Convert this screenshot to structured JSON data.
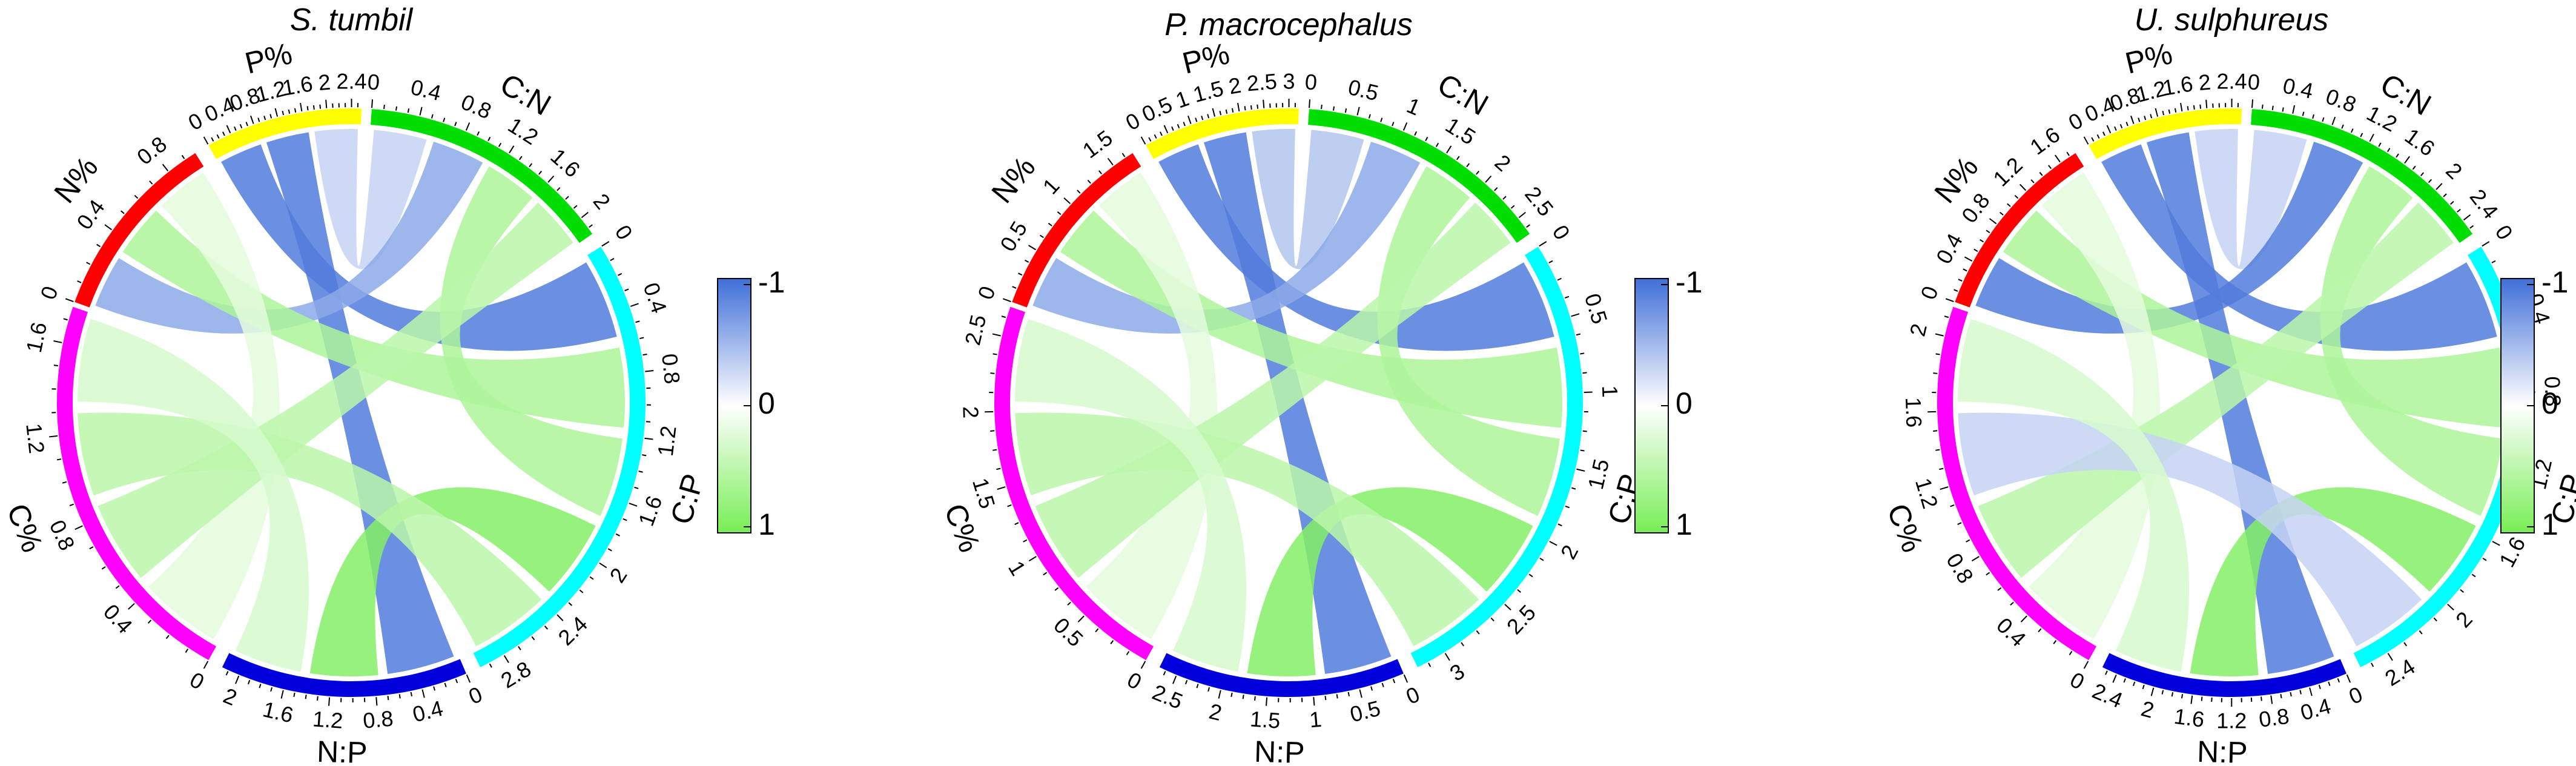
{
  "colors": {
    "N%": "#ff0000",
    "P%": "#ffff00",
    "C:N": "#00dd00",
    "C:P": "#00ffff",
    "N:P": "#0000dd",
    "C%": "#ff00ff",
    "negative": "#3f6fd8",
    "neutral": "#ffffff",
    "positive": "#77ee55"
  },
  "chart_data": [
    {
      "type": "chord",
      "title": "S. tumbil",
      "segments": [
        {
          "name": "N%",
          "ticks": [
            "0",
            "0.4",
            "0.8"
          ]
        },
        {
          "name": "P%",
          "ticks": [
            "0",
            "0.4",
            "0.8",
            "1.2",
            "1.6",
            "2",
            "2.4"
          ]
        },
        {
          "name": "C:N",
          "ticks": [
            "0",
            "0.4",
            "0.8",
            "1.2",
            "1.6",
            "2"
          ]
        },
        {
          "name": "C:P",
          "ticks": [
            "0",
            "0.4",
            "0.8",
            "1.2",
            "1.6",
            "2",
            "2.4",
            "2.8"
          ]
        },
        {
          "name": "N:P",
          "ticks": [
            "0",
            "0.4",
            "0.8",
            "1.2",
            "1.6",
            "2"
          ]
        },
        {
          "name": "C%",
          "ticks": [
            "0",
            "0.4",
            "0.8",
            "1.2",
            "1.6"
          ]
        }
      ],
      "links": [
        {
          "source": "P%",
          "target": "C:P",
          "r": -0.9
        },
        {
          "source": "P%",
          "target": "N:P",
          "r": -0.9
        },
        {
          "source": "P%",
          "target": "C:N",
          "r": -0.3
        },
        {
          "source": "N%",
          "target": "C:N",
          "r": -0.6
        },
        {
          "source": "N%",
          "target": "C:P",
          "r": 0.6
        },
        {
          "source": "N%",
          "target": "C%",
          "r": 0.2
        },
        {
          "source": "C:N",
          "target": "C:P",
          "r": 0.6
        },
        {
          "source": "C:N",
          "target": "C%",
          "r": 0.5
        },
        {
          "source": "C:P",
          "target": "N:P",
          "r": 0.9
        },
        {
          "source": "C:P",
          "target": "C%",
          "r": 0.5
        },
        {
          "source": "C%",
          "target": "N:P",
          "r": 0.3
        }
      ]
    },
    {
      "type": "chord",
      "title": "P. macrocephalus",
      "segments": [
        {
          "name": "N%",
          "ticks": [
            "0",
            "0.5",
            "1",
            "1.5"
          ]
        },
        {
          "name": "P%",
          "ticks": [
            "0",
            "0.5",
            "1",
            "1.5",
            "2",
            "2.5",
            "3"
          ]
        },
        {
          "name": "C:N",
          "ticks": [
            "0",
            "0.5",
            "1",
            "1.5",
            "2",
            "2.5"
          ]
        },
        {
          "name": "C:P",
          "ticks": [
            "0",
            "0.5",
            "1",
            "1.5",
            "2",
            "2.5",
            "3"
          ]
        },
        {
          "name": "N:P",
          "ticks": [
            "0",
            "0.5",
            "1",
            "1.5",
            "2",
            "2.5"
          ]
        },
        {
          "name": "C%",
          "ticks": [
            "0",
            "0.5",
            "1",
            "1.5",
            "2",
            "2.5"
          ]
        }
      ],
      "links": [
        {
          "source": "P%",
          "target": "C:P",
          "r": -0.9
        },
        {
          "source": "P%",
          "target": "N:P",
          "r": -0.9
        },
        {
          "source": "P%",
          "target": "C:N",
          "r": -0.4
        },
        {
          "source": "N%",
          "target": "C:N",
          "r": -0.6
        },
        {
          "source": "N%",
          "target": "C:P",
          "r": 0.6
        },
        {
          "source": "N%",
          "target": "C%",
          "r": 0.2
        },
        {
          "source": "C:N",
          "target": "C:P",
          "r": 0.6
        },
        {
          "source": "C:N",
          "target": "C%",
          "r": 0.5
        },
        {
          "source": "C:P",
          "target": "N:P",
          "r": 0.9
        },
        {
          "source": "C:P",
          "target": "C%",
          "r": 0.5
        },
        {
          "source": "C%",
          "target": "N:P",
          "r": 0.3
        }
      ]
    },
    {
      "type": "chord",
      "title": "U. sulphureus",
      "segments": [
        {
          "name": "N%",
          "ticks": [
            "0",
            "0.4",
            "0.8",
            "1.2",
            "1.6"
          ]
        },
        {
          "name": "P%",
          "ticks": [
            "0",
            "0.4",
            "0.8",
            "1.2",
            "1.6",
            "2",
            "2.4"
          ]
        },
        {
          "name": "C:N",
          "ticks": [
            "0",
            "0.4",
            "0.8",
            "1.2",
            "1.6",
            "2",
            "2.4"
          ]
        },
        {
          "name": "C:P",
          "ticks": [
            "0",
            "0.4",
            "0.8",
            "1.2",
            "1.6",
            "2",
            "2.4"
          ]
        },
        {
          "name": "N:P",
          "ticks": [
            "0",
            "0.4",
            "0.8",
            "1.2",
            "1.6",
            "2",
            "2.4"
          ]
        },
        {
          "name": "C%",
          "ticks": [
            "0",
            "0.4",
            "0.8",
            "1.2",
            "1.6",
            "2"
          ]
        }
      ],
      "links": [
        {
          "source": "P%",
          "target": "C:P",
          "r": -0.9
        },
        {
          "source": "P%",
          "target": "N:P",
          "r": -0.9
        },
        {
          "source": "P%",
          "target": "C:N",
          "r": -0.3
        },
        {
          "source": "N%",
          "target": "C:N",
          "r": -0.9
        },
        {
          "source": "N%",
          "target": "C:P",
          "r": 0.6
        },
        {
          "source": "N%",
          "target": "C%",
          "r": 0.2
        },
        {
          "source": "C:N",
          "target": "C:P",
          "r": 0.6
        },
        {
          "source": "C:N",
          "target": "C%",
          "r": 0.5
        },
        {
          "source": "C:P",
          "target": "N:P",
          "r": 0.9
        },
        {
          "source": "C:P",
          "target": "C%",
          "r": -0.3
        },
        {
          "source": "C%",
          "target": "N:P",
          "r": 0.3
        }
      ]
    }
  ],
  "colorbar": {
    "ticks": [
      "-1",
      "0",
      "1"
    ]
  }
}
